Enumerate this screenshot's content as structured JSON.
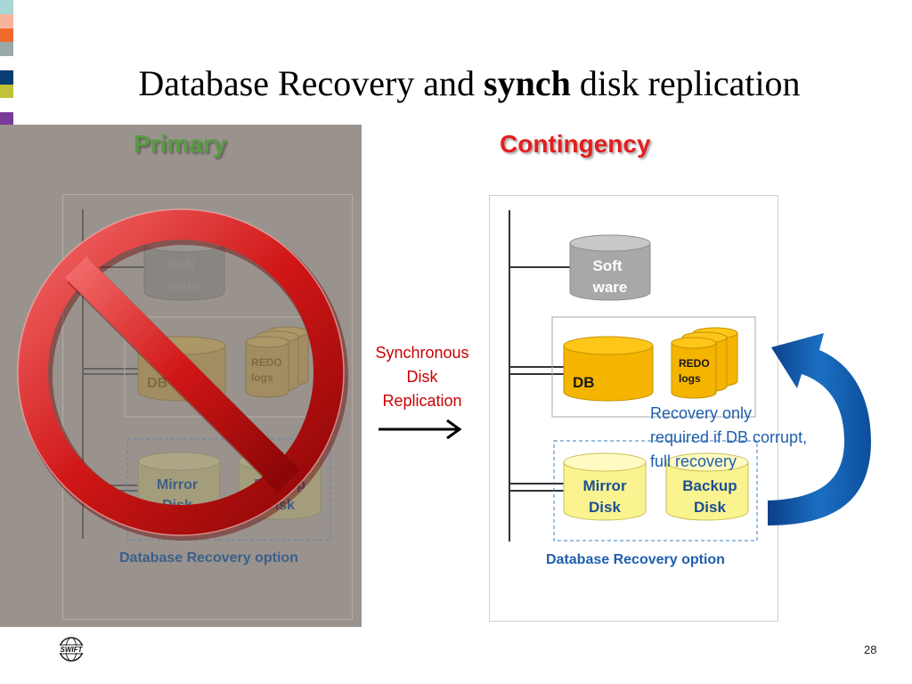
{
  "title": {
    "prefix": "Database Recovery and ",
    "bold": "synch",
    "suffix": " disk replication"
  },
  "primary": {
    "heading": "Primary",
    "software": [
      "Soft",
      "ware"
    ],
    "db": "DB",
    "redo": [
      "REDO",
      "logs"
    ],
    "mirror": [
      "Mirror",
      "Disk"
    ],
    "backup": [
      "Backup",
      "Disk"
    ],
    "option_label": "Database Recovery option"
  },
  "contingency": {
    "heading": "Contingency",
    "software": [
      "Soft",
      "ware"
    ],
    "db": "DB",
    "redo": [
      "REDO",
      "logs"
    ],
    "mirror": [
      "Mirror",
      "Disk"
    ],
    "backup": [
      "Backup",
      "Disk"
    ],
    "option_label": "Database Recovery option"
  },
  "sync_label": [
    "Synchronous",
    "Disk",
    "Replication"
  ],
  "recovery_note": [
    "Recovery only",
    "required if DB corrupt,",
    "full recovery"
  ],
  "page_number": "28",
  "logo_text": "SWIFT",
  "icons": {
    "prohibition": "no-entry-sign-icon",
    "arrow": "right-arrow-icon",
    "curved_arrow": "curved-arrow-icon",
    "logo": "swift-globe-logo"
  },
  "colors": {
    "primary_heading": "#5a9a46",
    "contingency_heading": "#e41e1e",
    "sync_text": "#cc0000",
    "note_blue": "#1f5fad",
    "db_orange": "#f4b400",
    "disk_yellow": "#fbf38f",
    "software_gray": "#a8a8a8",
    "panel_gray": "#9a938d",
    "prohibition_red": "#cc1010",
    "arrow_blue": "#1660b0"
  },
  "stripe_colors": [
    "#a7d8d7",
    "#f6b49a",
    "#ef6a2c",
    "#9aaaa8",
    "#0a3d73",
    "#c2c237",
    "#7a3b98",
    "#5c5a55",
    "#8d9094",
    "#9d9b6b",
    "#8a7f73"
  ]
}
